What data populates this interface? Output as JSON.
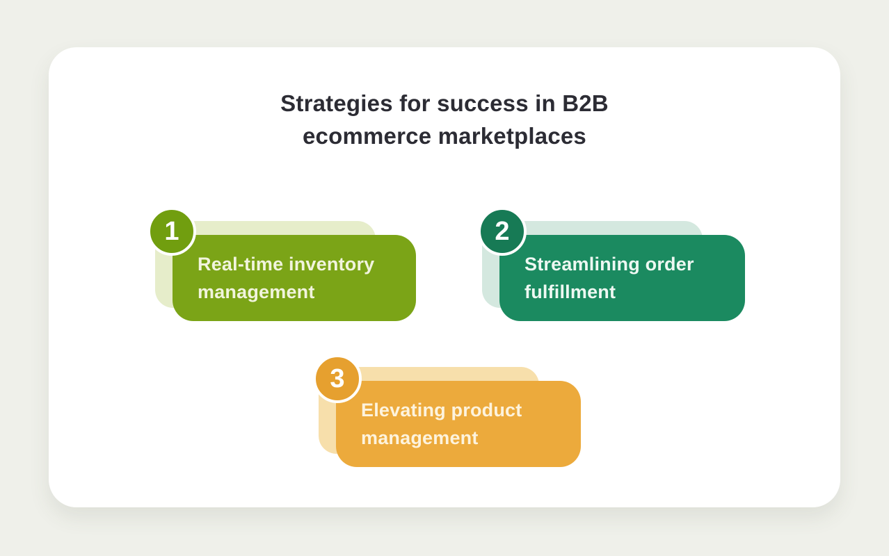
{
  "title": {
    "line1": "Strategies for success in B2B",
    "line2": "ecommerce marketplaces"
  },
  "cards": [
    {
      "number": "1",
      "label": "Real-time inventory management",
      "line1": "Real-time inventory",
      "line2": "management",
      "card_color": "#7ba417",
      "shadow_color": "#e6edca",
      "badge_color": "#719e0f",
      "text_color": "#f1f4dd"
    },
    {
      "number": "2",
      "label": "Streamlining order fulfillment",
      "line1": "Streamlining order",
      "line2": "fulfillment",
      "card_color": "#1b8a60",
      "shadow_color": "#d4e8df",
      "badge_color": "#177a55",
      "text_color": "#edf8f2"
    },
    {
      "number": "3",
      "label": "Elevating product management",
      "line1": "Elevating product",
      "line2": "management",
      "card_color": "#ecaa3c",
      "shadow_color": "#f7dfab",
      "badge_color": "#e6a02f",
      "text_color": "#fdf3dd"
    }
  ],
  "colors": {
    "page_background": "#eff0ea",
    "panel_background": "#ffffff",
    "title_color": "#2c2c34",
    "badge_ring": "#ffffff"
  }
}
